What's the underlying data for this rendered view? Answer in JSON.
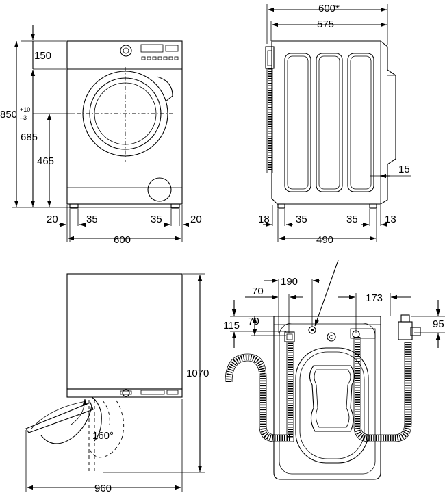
{
  "front_view": {
    "top_offset": "150",
    "total_height": "850",
    "tol_plus": "+10",
    "tol_minus": "–3",
    "door_center_height": "685",
    "door_bottom_height": "465",
    "foot_left_outer": "20",
    "foot_left_inner": "35",
    "foot_right_inner": "35",
    "foot_right_outer": "20",
    "width": "600"
  },
  "side_view": {
    "overall_depth": "600*",
    "body_depth": "575",
    "rear_offset": "15",
    "foot_front_outer": "18",
    "foot_front_inner": "35",
    "foot_rear_inner": "35",
    "foot_rear_outer": "13",
    "base_depth": "490"
  },
  "top_view": {
    "total_height": "1070",
    "door_angle": "160°",
    "door_open_depth": "960"
  },
  "rear_view": {
    "dim_190": "190",
    "dim_70_upper": "70",
    "dim_70_lower": "70",
    "dim_115": "115",
    "dim_173": "173",
    "dim_95": "95"
  }
}
